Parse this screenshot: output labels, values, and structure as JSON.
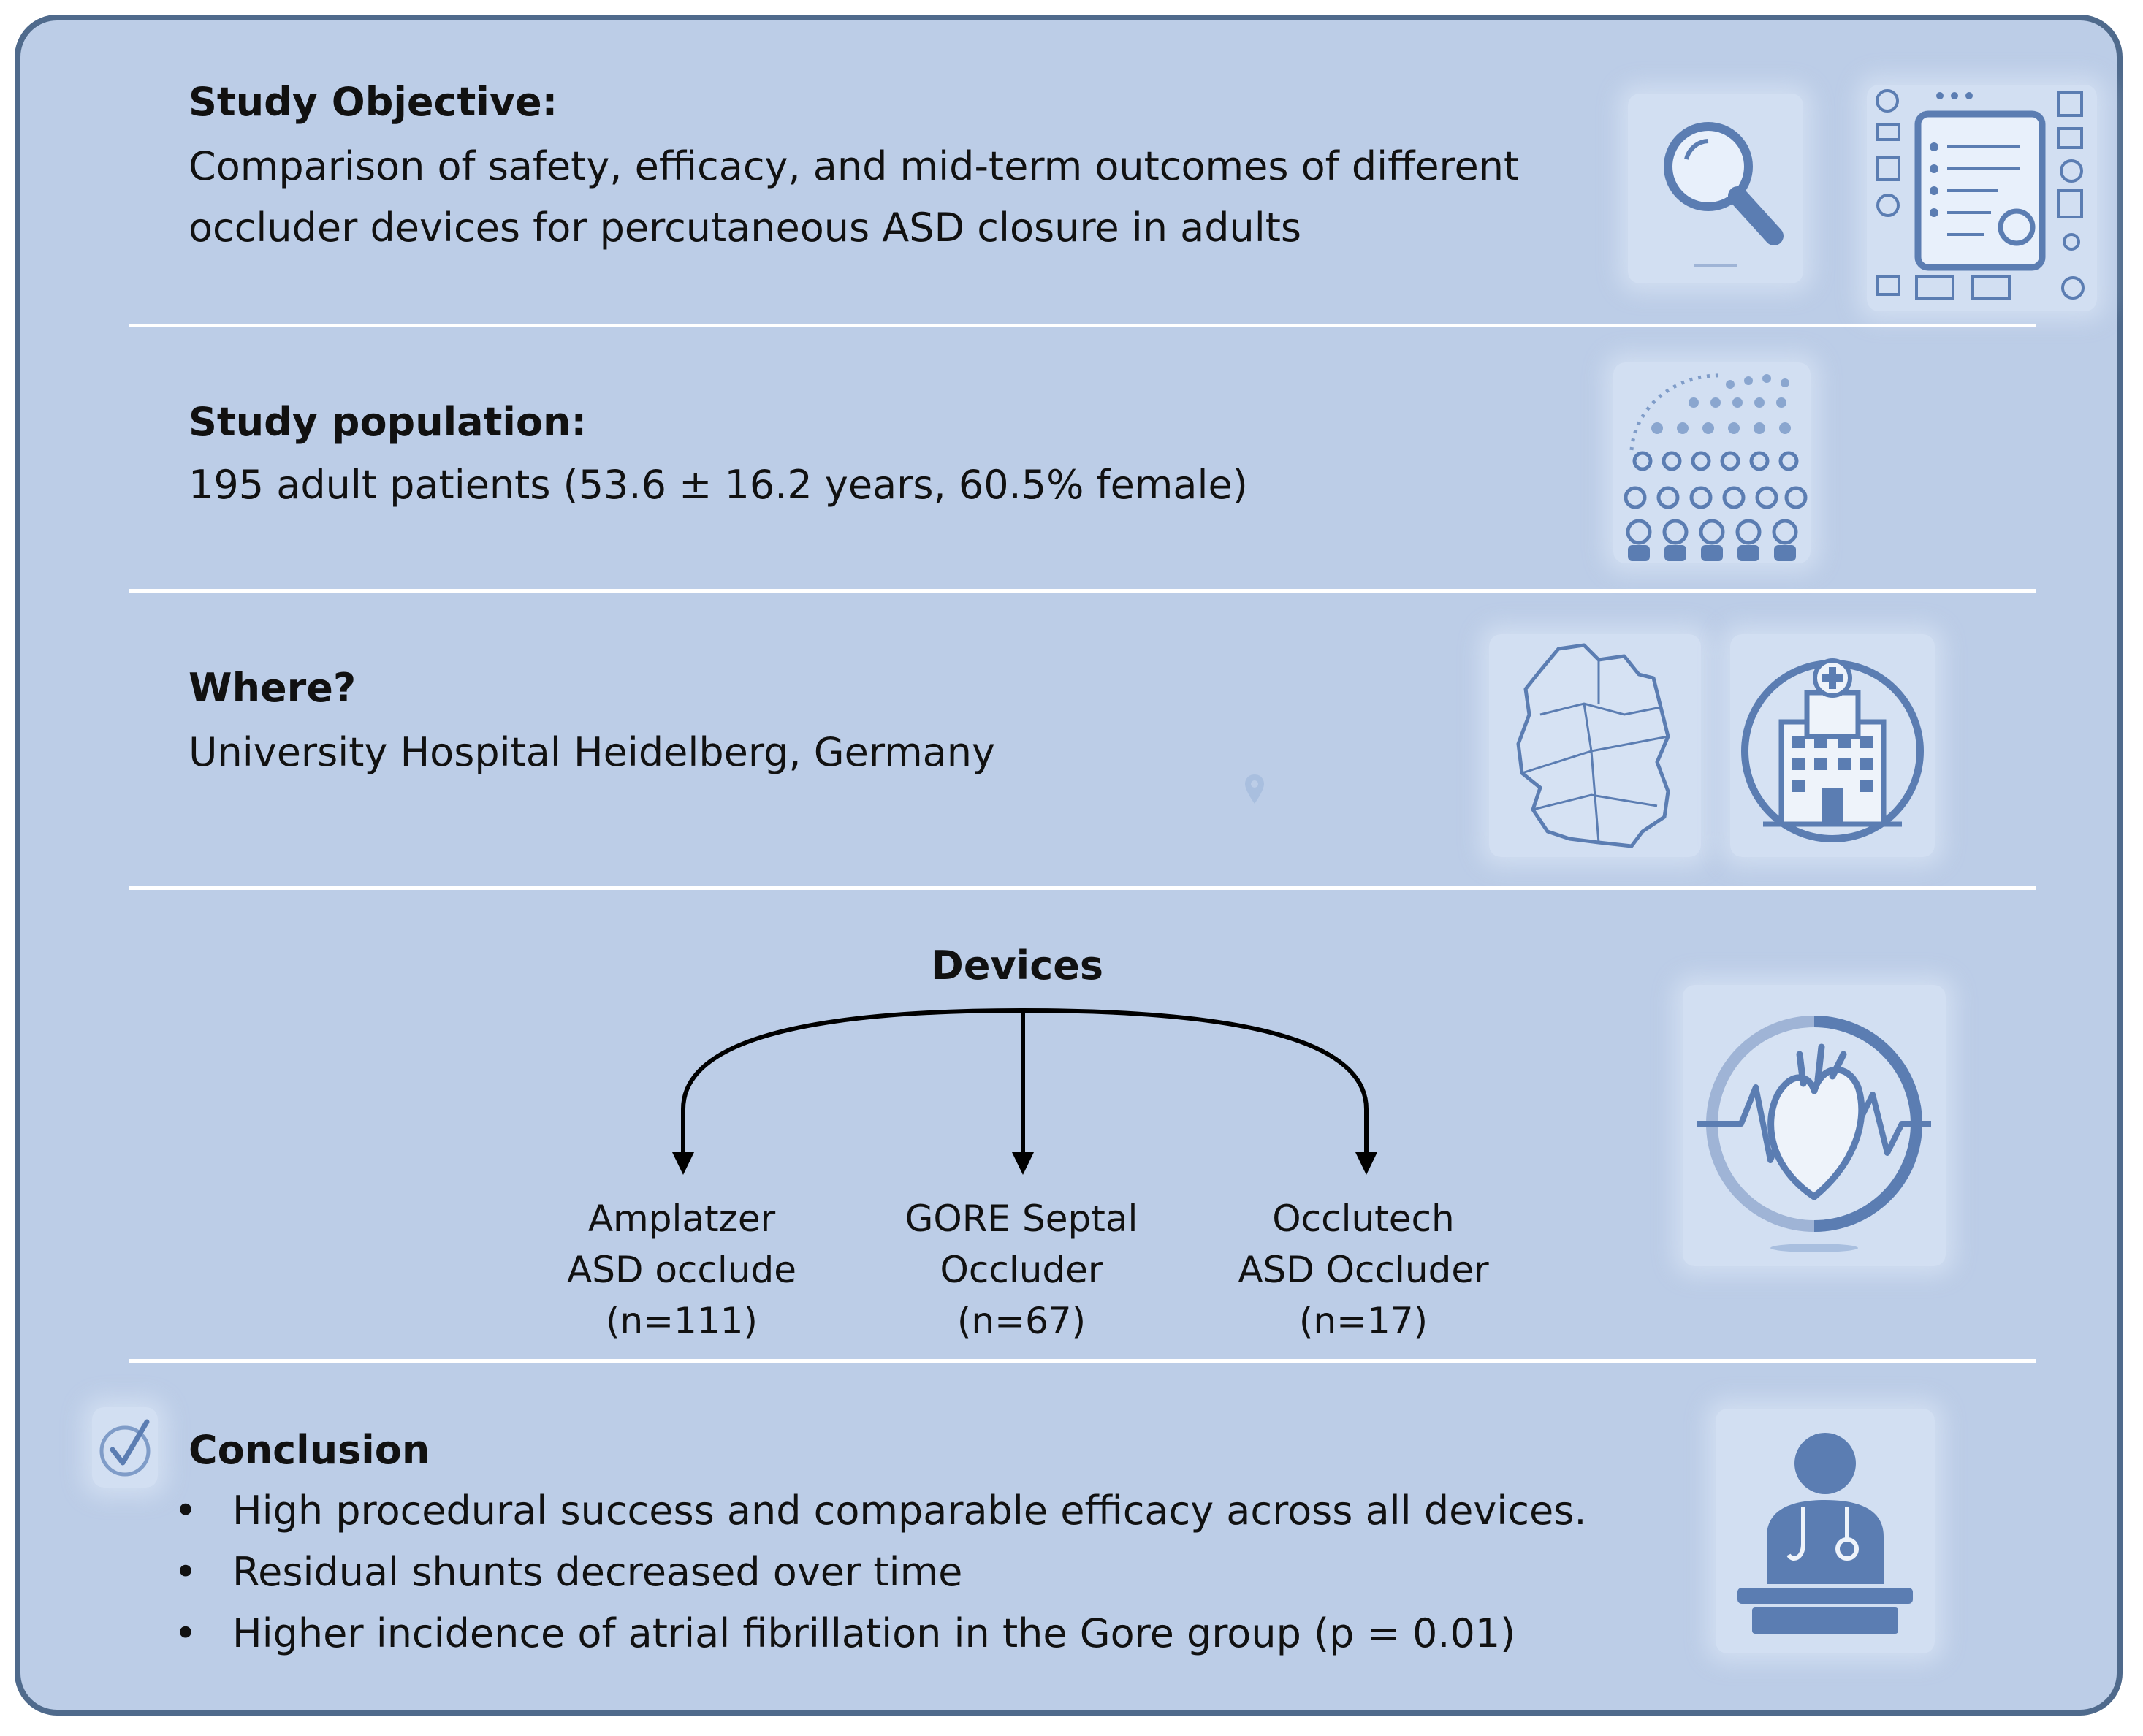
{
  "objective": {
    "title": "Study Objective:",
    "line1": "Comparison of safety, efficacy, and mid-term outcomes of different",
    "line2": "occluder devices for percutaneous ASD closure in adults"
  },
  "population": {
    "title": "Study population:",
    "text": "195 adult patients (53.6 ± 16.2 years, 60.5% female)"
  },
  "where": {
    "title": "Where?",
    "text": "University Hospital Heidelberg, Germany"
  },
  "devices": {
    "title": "Devices",
    "items": [
      {
        "line1": "Amplatzer",
        "line2": "ASD occlude",
        "n": "(n=111)"
      },
      {
        "line1": "GORE Septal",
        "line2": "Occluder",
        "n": "(n=67)"
      },
      {
        "line1": "Occlutech",
        "line2": "ASD Occluder",
        "n": "(n=17)"
      }
    ]
  },
  "conclusion": {
    "title": "Conclusion",
    "bullet_symbol": "•",
    "bullets": [
      "High procedural success and comparable efficacy across all devices.",
      "Residual shunts decreased over time",
      "Higher incidence of atrial fibrillation in the Gore group (p = 0.01)"
    ]
  },
  "icons": [
    "magnifier-icon",
    "document-settings-icon",
    "crowd-icon",
    "germany-map-icon",
    "hospital-icon",
    "heart-icon",
    "checkmark-icon",
    "doctor-icon"
  ],
  "colors": {
    "panel": "#bccde7",
    "border": "#4f6a8c",
    "icon": "#5b7db2"
  }
}
